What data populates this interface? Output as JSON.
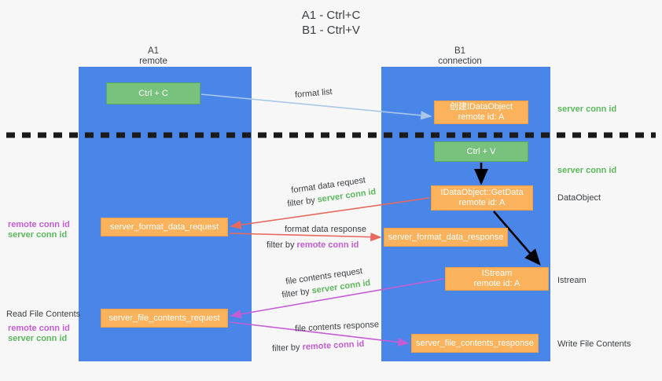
{
  "title": "A1 - Ctrl+C\nB1 - Ctrl+V",
  "columns": [
    {
      "id": "a1",
      "name": "A1",
      "sub": "remote",
      "label": "A1\nremote"
    },
    {
      "id": "b1",
      "name": "B1",
      "sub": "connection",
      "label": "B1\nconnection"
    }
  ],
  "boxes": {
    "ctrl_c": "Ctrl + C",
    "create_dataobject": "创建IDataObject\nremote id: A",
    "ctrl_v": "Ctrl + V",
    "getdata": "IDataObject::GetData\nremote id: A",
    "istream": "IStream\nremote id: A",
    "server_format_data_request": "server_format_data_request",
    "server_format_data_response": "server_format_data_response",
    "server_file_contents_request": "server_file_contents_request",
    "server_file_contents_response": "server_file_contents_response"
  },
  "flow_labels": {
    "format_list": "format list",
    "format_data_request": "format data request",
    "format_data_response": "format data response",
    "file_contents_request": "file contents request",
    "file_contents_response": "file contents response",
    "filter_by": "filter by",
    "server_conn_id": "server conn id",
    "remote_conn_id": "remote conn id"
  },
  "right_labels": [
    {
      "text": "server conn id",
      "kind": "server"
    },
    {
      "text": "server conn id",
      "kind": "server"
    },
    {
      "text": "DataObject",
      "kind": "plain"
    },
    {
      "text": "Istream",
      "kind": "plain"
    },
    {
      "text": "Write File Contents",
      "kind": "plain"
    }
  ],
  "left_labels": {
    "remote_conn_id": "remote conn id",
    "server_conn_id": "server conn id",
    "read_file_contents": "Read File Contents"
  },
  "colors": {
    "lane": "#4a86e8",
    "green_box": "#78c27d",
    "orange_box": "#fbb25c",
    "server_conn_id": "#5cb85c",
    "remote_conn_id": "#c45cd4",
    "format_arrow": "#a8c7ea",
    "format_data_arrow": "#e8695c",
    "file_arrow": "#c45cd4",
    "black_arrow": "#000000",
    "background": "#f7f7f7"
  }
}
